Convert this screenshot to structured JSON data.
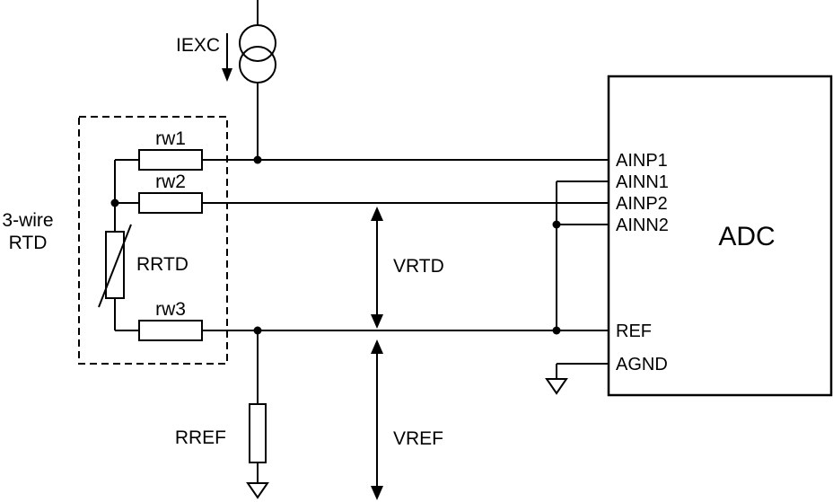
{
  "diagram": {
    "kind": "schematic",
    "colors": {
      "line": "#000000",
      "background": "#ffffff"
    },
    "current_source": {
      "label": "IEXC"
    },
    "rtd_group": {
      "label_line1": "3-wire",
      "label_line2": "RTD"
    },
    "resistors": {
      "rw1": "rw1",
      "rw2": "rw2",
      "rw3": "rw3",
      "rrtd": "RRTD",
      "rref": "RREF"
    },
    "voltages": {
      "vrtd": "VRTD",
      "vref": "VREF"
    },
    "adc": {
      "label": "ADC",
      "pins": [
        {
          "name": "AINP1"
        },
        {
          "name": "AINN1"
        },
        {
          "name": "AINP2"
        },
        {
          "name": "AINN2"
        },
        {
          "name": "REF"
        },
        {
          "name": "AGND"
        }
      ]
    }
  }
}
